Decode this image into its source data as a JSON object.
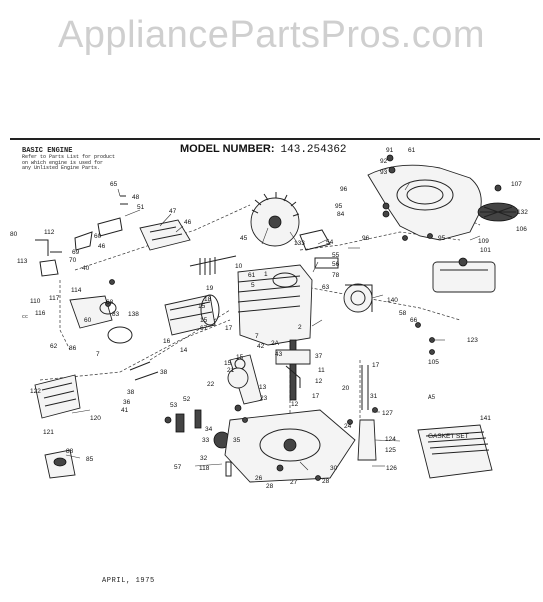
{
  "watermark": "AppliancePartsPros.com",
  "header": {
    "section_title": "BASIC ENGINE",
    "note_lines": [
      "Refer to Parts List for product",
      "on which engine is used for",
      "any Unlisted Engine Parts."
    ],
    "model_label": "MODEL NUMBER:",
    "model_number": "143.254362"
  },
  "footer": {
    "date": "APRIL, 1975"
  },
  "stray_marks": {
    "a5": "A5",
    "cc": "cc"
  },
  "gasket_set_label": "GASKET SET",
  "callouts": {
    "c1": "1",
    "c2": "2",
    "c2a": "2A",
    "c5": "5",
    "c7": "7",
    "c10": "10",
    "c11": "11",
    "c12": "12",
    "c13": "13",
    "c14": "14",
    "c15": "15",
    "c16": "16",
    "c17": "17",
    "c18": "18",
    "c19": "19",
    "c20": "20",
    "c21": "21",
    "c22": "22",
    "c23": "23",
    "c24": "24",
    "c26": "26",
    "c27": "27",
    "c28": "28",
    "c30": "30",
    "c31": "31",
    "c32": "32",
    "c33": "33",
    "c34": "34",
    "c35": "35",
    "c36": "36",
    "c37": "37",
    "c38": "38",
    "c40": "40",
    "c41": "41",
    "c42": "42",
    "c43": "43",
    "c45": "45",
    "c46": "46",
    "c47": "47",
    "c48": "48",
    "c51": "51",
    "c52": "52",
    "c53": "53",
    "c54": "54",
    "c55": "55",
    "c56": "56",
    "c57": "57",
    "c58": "58",
    "c59": "59",
    "c60": "60",
    "c61": "61",
    "c62": "62",
    "c63": "63",
    "c65": "65",
    "c66": "66",
    "c67": "67",
    "c68": "68",
    "c69": "69",
    "c70": "70",
    "c78": "78",
    "c80": "80",
    "c83": "83",
    "c84": "84",
    "c85": "85",
    "c86": "86",
    "c88": "88",
    "c91": "91",
    "c92": "92",
    "c93": "93",
    "c95": "95",
    "c96": "96",
    "c101": "101",
    "c105": "105",
    "c106": "106",
    "c107": "107",
    "c109": "109",
    "c110": "110",
    "c112": "112",
    "c113": "113",
    "c114": "114",
    "c116": "116",
    "c117": "117",
    "c118": "118",
    "c120": "120",
    "c121": "121",
    "c122": "122",
    "c123": "123",
    "c124": "124",
    "c125": "125",
    "c126": "126",
    "c127": "127",
    "c132": "132",
    "c133": "133",
    "c138": "138",
    "c140": "140",
    "c141": "141"
  }
}
